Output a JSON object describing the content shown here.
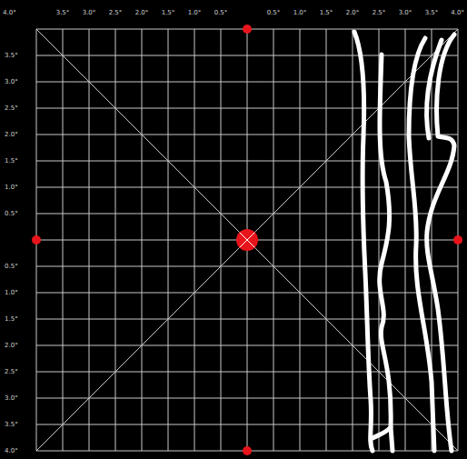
{
  "diagram": {
    "labels": [
      "4.0°",
      "3.5°",
      "3.0°",
      "2.5°",
      "2.0°",
      "1.5°",
      "1.0°",
      "0.5°",
      "0.5°",
      "1.0°",
      "1.5°",
      "2.0°",
      "2.5°",
      "3.0°",
      "3.5°",
      "4.0°",
      "3.5°",
      "3.0°",
      "2.5°",
      "2.0°",
      "1.5°",
      "1.0°",
      "0.5°",
      "0.5°",
      "1.0°",
      "1.5°",
      "2.0°",
      "2.5°",
      "3.0°",
      "3.5°",
      "4.0°"
    ]
  }
}
